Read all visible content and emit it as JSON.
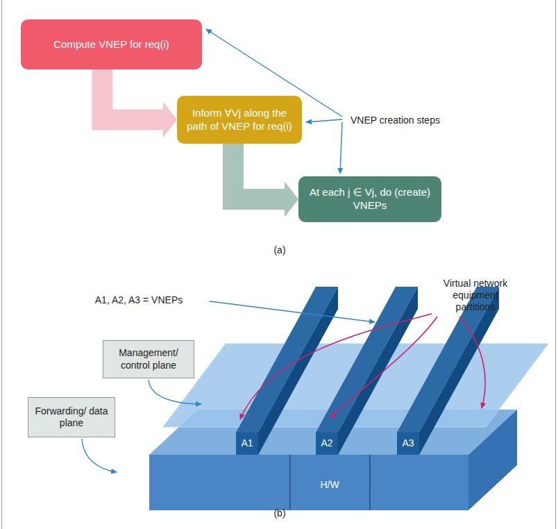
{
  "diagram": {
    "nodes": [
      {
        "text": [
          "Compute VNEP for req(i)"
        ]
      },
      {
        "text": [
          "Inform ∀Vj along the path of VNEP for req(i)"
        ]
      },
      {
        "text": [
          "At each j ∈ Vj, do (create) VNEPs"
        ]
      },
      {
        "text": [
          "Management/ control plane"
        ]
      },
      {
        "text": [
          "Forwarding/ data plane"
        ]
      },
      {
        "text": [
          "A1"
        ]
      },
      {
        "text": [
          "A2"
        ]
      },
      {
        "text": [
          "A3"
        ]
      }
    ],
    "edges": [
      {
        "from": 0,
        "to": 1,
        "arrow": "to"
      },
      {
        "from": 1,
        "to": 2,
        "arrow": "to"
      }
    ],
    "labels": [
      "VNEP creation steps",
      "(a)",
      "A1, A2, A3 = VNEPs",
      "Virtual network equipment partitions",
      "H/W",
      "(b)"
    ]
  }
}
